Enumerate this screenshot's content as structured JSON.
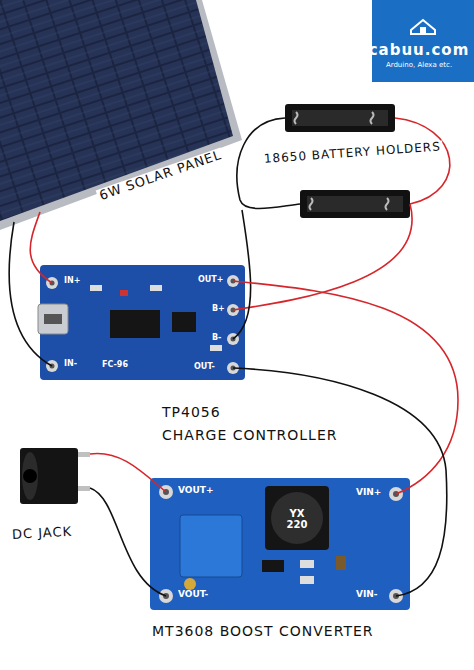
{
  "diagram": {
    "labels": [
      "cabuu.com",
      "Arduino, Alexa etc.",
      "6W SOLAR PANEL",
      "18650 BATTERY HOLDERS",
      "IN+",
      "OUT+",
      "B+",
      "B-",
      "IN-",
      "FC-96",
      "OUT-",
      "TP4056",
      "CHARGE CONTROLLER",
      "DC JACK",
      "VOUT+",
      "VIN+",
      "YX 220",
      "VOUT-",
      "VIN-",
      "MT3608 BOOST CONVERTER"
    ]
  }
}
